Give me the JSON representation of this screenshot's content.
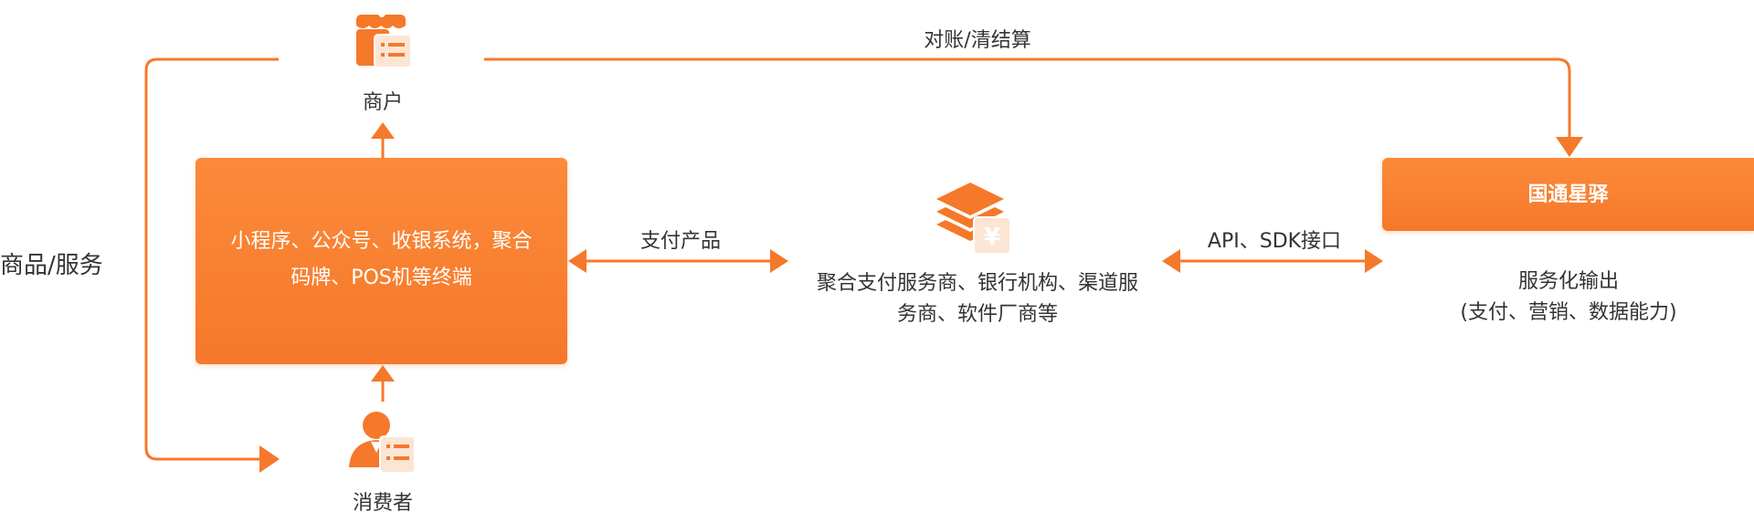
{
  "nodes": {
    "merchant": {
      "label": "商户",
      "icon": "store-list-icon"
    },
    "consumer": {
      "label": "消费者",
      "icon": "person-list-icon"
    },
    "terminals": {
      "label_line1": "小程序、公众号、收银系统，聚合",
      "label_line2": "码牌、POS机等终端"
    },
    "providers": {
      "label_line1": "聚合支付服务商、银行机构、渠道服",
      "label_line2": "务商、软件厂商等",
      "icon": "stack-yen-icon"
    },
    "guotong": {
      "label": "国通星驿",
      "output_line1": "服务化输出",
      "output_line2": "(支付、营销、数据能力)"
    }
  },
  "edges": {
    "reconciliation": "对账/清结算",
    "goods_service": "商品/服务",
    "payment_products": "支付产品",
    "api_sdk": "API、SDK接口"
  },
  "colors": {
    "accent": "#f6782a",
    "accent_light": "#fb8a3a",
    "text": "#333333"
  }
}
